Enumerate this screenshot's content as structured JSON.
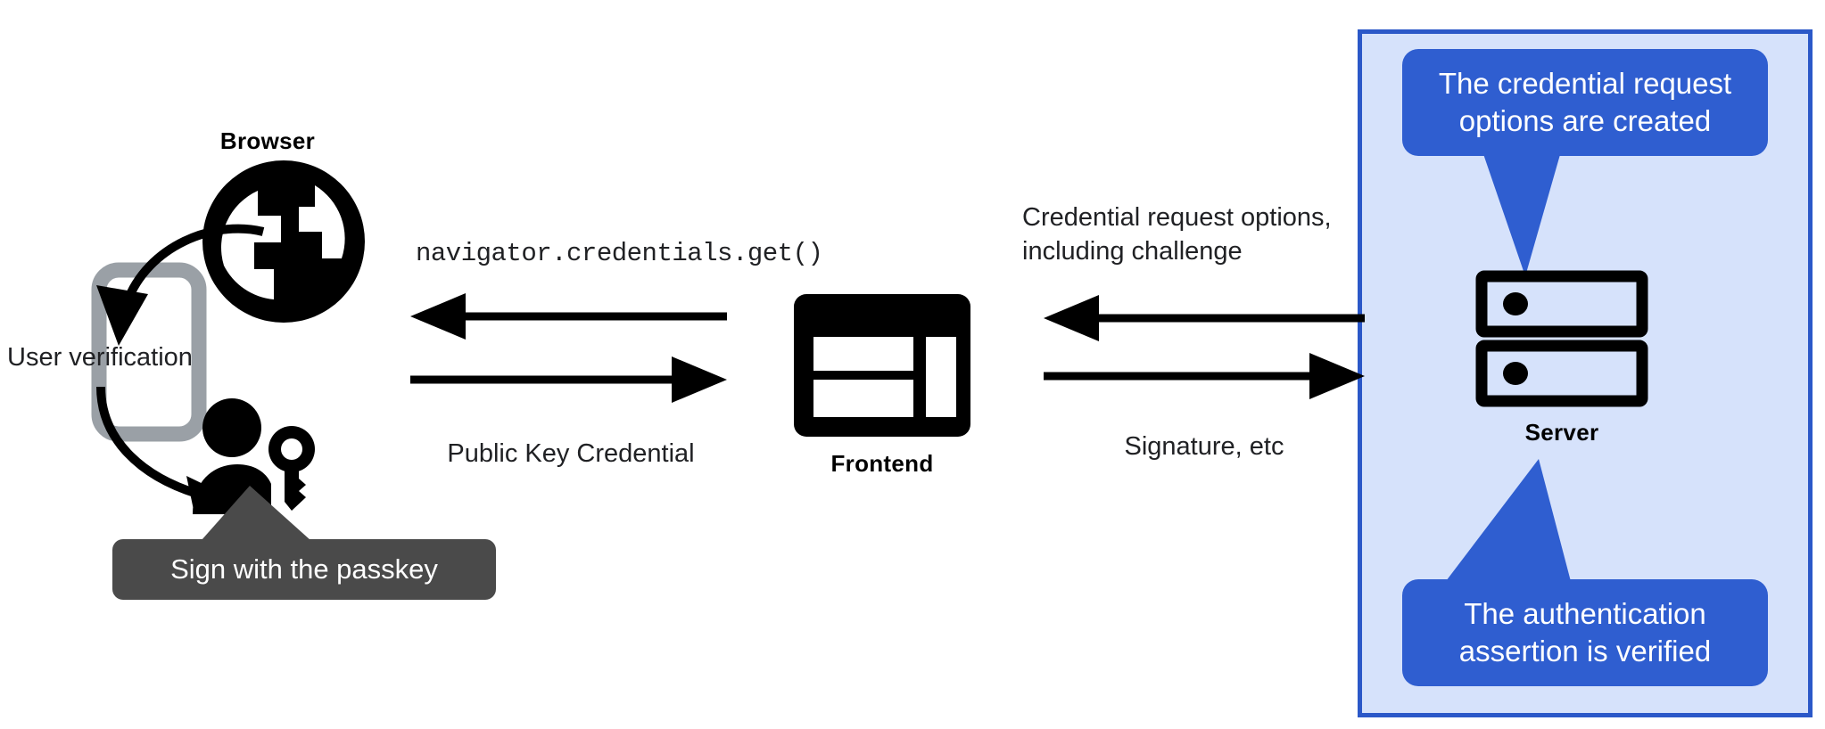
{
  "diagram": {
    "title": "WebAuthn passkey authentication flow",
    "colors": {
      "panel_background": "#d6e2fb",
      "panel_border": "#2b58c8",
      "callout_background": "#2f5ed0",
      "callout_text": "#ffffff",
      "tooltip_background": "#4a4a4a",
      "tooltip_text": "#ffffff",
      "icon_black": "#000000",
      "phone_gray": "#9aa0a6",
      "text": "#202124"
    }
  },
  "browser": {
    "label": "Browser",
    "icon": "globe-icon"
  },
  "phone": {
    "icon": "smartphone-icon",
    "label": "User verification"
  },
  "user": {
    "icon": "person-with-key-icon",
    "tooltip": "Sign with the passkey"
  },
  "frontend": {
    "label": "Frontend",
    "icon": "web-layout-icon"
  },
  "server": {
    "label": "Server",
    "icon": "server-rack-icon",
    "callout_top": "The credential request\noptions are created",
    "callout_bottom": "The authentication\nassertion is verified"
  },
  "flows": {
    "browser_to_frontend_top": "navigator.credentials.get()",
    "browser_to_frontend_bottom": "Public Key Credential",
    "server_to_frontend_top": "Credential request options,\nincluding challenge",
    "server_to_frontend_bottom": "Signature, etc"
  },
  "arrows": {
    "left_top_direction": "left",
    "left_bottom_direction": "right",
    "right_top_direction": "left",
    "right_bottom_direction": "right",
    "phone_curve_in": "curved-arrow-down",
    "phone_curve_out": "curved-arrow-down-right"
  }
}
